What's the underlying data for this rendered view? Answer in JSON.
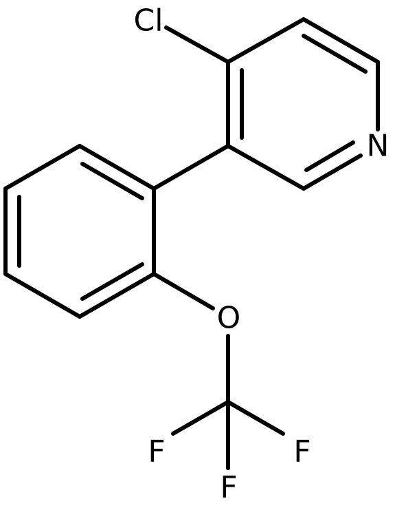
{
  "molecule": {
    "atoms": {
      "cl": "Cl",
      "n": "N",
      "o": "O",
      "f1": "F",
      "f2": "F",
      "f3": "F"
    }
  },
  "colors": {
    "bond": "#000000",
    "label": "#000000",
    "background": "#ffffff"
  }
}
